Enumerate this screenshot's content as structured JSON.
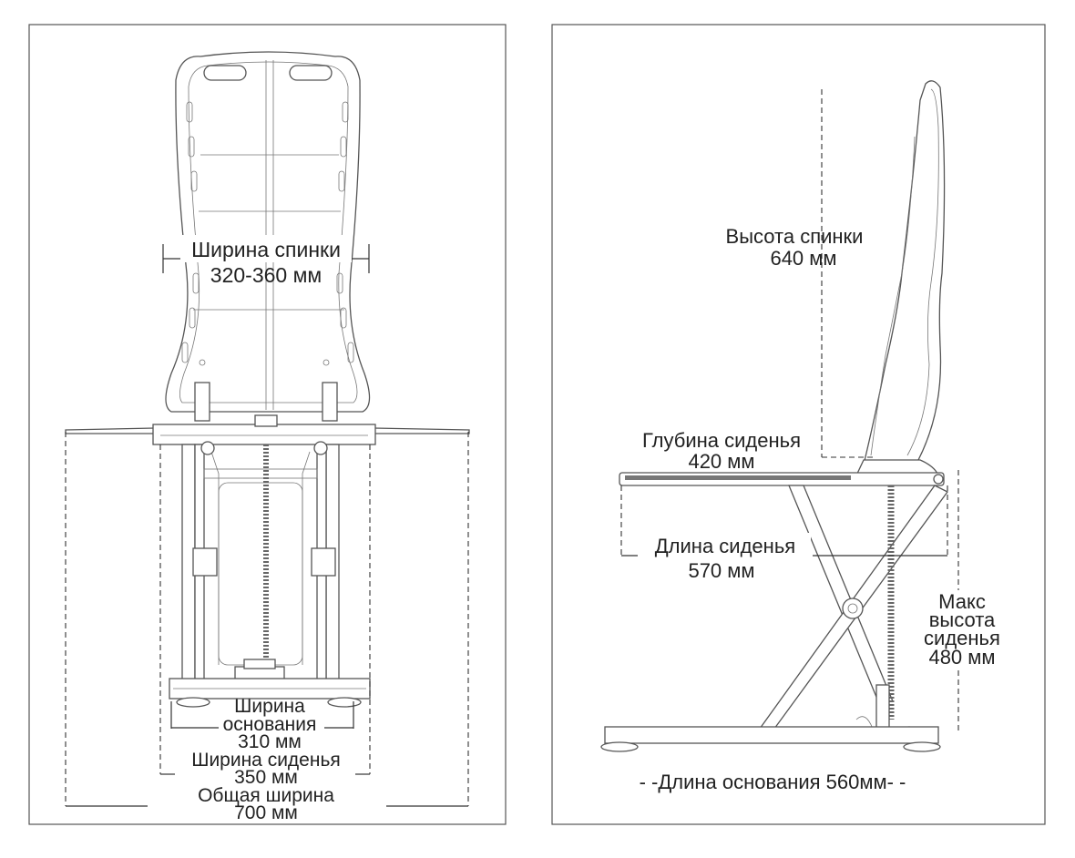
{
  "front_view": {
    "back_width": {
      "title": "Ширина спинки",
      "value": "320-360 мм"
    },
    "base_width": {
      "title_line1": "Ширина",
      "title_line2": "основания",
      "value": "310 мм"
    },
    "seat_width": {
      "title": "Ширина сиденья",
      "value": "350 мм"
    },
    "total_width": {
      "title": "Общая ширина",
      "value": "700 мм"
    }
  },
  "side_view": {
    "back_height": {
      "title": "Высота спинки",
      "value": "640 мм"
    },
    "seat_depth": {
      "title": "Глубина сиденья",
      "value": "420 мм"
    },
    "seat_length": {
      "title": "Длина сиденья",
      "value": "570 мм"
    },
    "max_seat_height": {
      "line1": "Макс",
      "line2": "высота",
      "line3": "сиденья",
      "value": "480 мм"
    },
    "base_length": {
      "text": "- -Длина основания 560мм- -"
    }
  },
  "colors": {
    "line": "#444444",
    "text": "#222222",
    "background": "#ffffff"
  }
}
